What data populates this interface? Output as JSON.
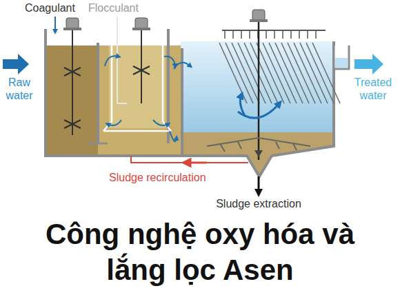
{
  "diagram": {
    "title": "Công nghệ oxy hóa và lắng lọc Asen",
    "labels": [
      "Coagulant",
      "Flocculant",
      "Raw water",
      "Treated water",
      "Sludge recirculation",
      "Sludge extraction"
    ]
  }
}
